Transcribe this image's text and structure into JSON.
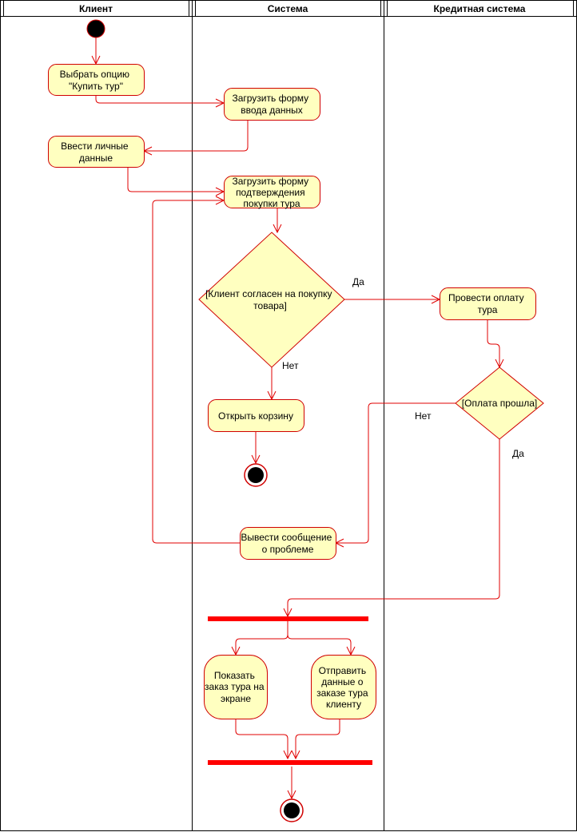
{
  "lanes": {
    "client": "Клиент",
    "system": "Система",
    "credit": "Кредитная система"
  },
  "nodes": {
    "choose_option": [
      "Выбрать опцию",
      "\"Купить тур\""
    ],
    "load_input_form": [
      "Загрузить форму",
      "ввода данных"
    ],
    "enter_personal_data": [
      "Ввести личные",
      "данные"
    ],
    "load_confirm_form": [
      "Загрузить форму",
      "подтверждения",
      "покупки тура"
    ],
    "decision_agree": [
      "[Клиент согласен на покупку",
      "товара]"
    ],
    "pay_tour": [
      "Провести оплату",
      "тура"
    ],
    "decision_payment": [
      "[Оплата прошла]"
    ],
    "open_cart": [
      "Открыть корзину"
    ],
    "show_problem": [
      "Вывести сообщение",
      "о проблеме"
    ],
    "show_order": [
      "Показать",
      "заказ тура на",
      "экране"
    ],
    "send_order": [
      "Отправить",
      "данные о",
      "заказе тура",
      "клиенту"
    ]
  },
  "guards": {
    "agree_yes": "Да",
    "agree_no": "Нет",
    "payment_no": "Нет",
    "payment_yes": "Да"
  },
  "colors": {
    "node_fill": "#ffffc0",
    "node_stroke": "#d00000",
    "edge": "#e00000",
    "bar": "#ff0000"
  }
}
